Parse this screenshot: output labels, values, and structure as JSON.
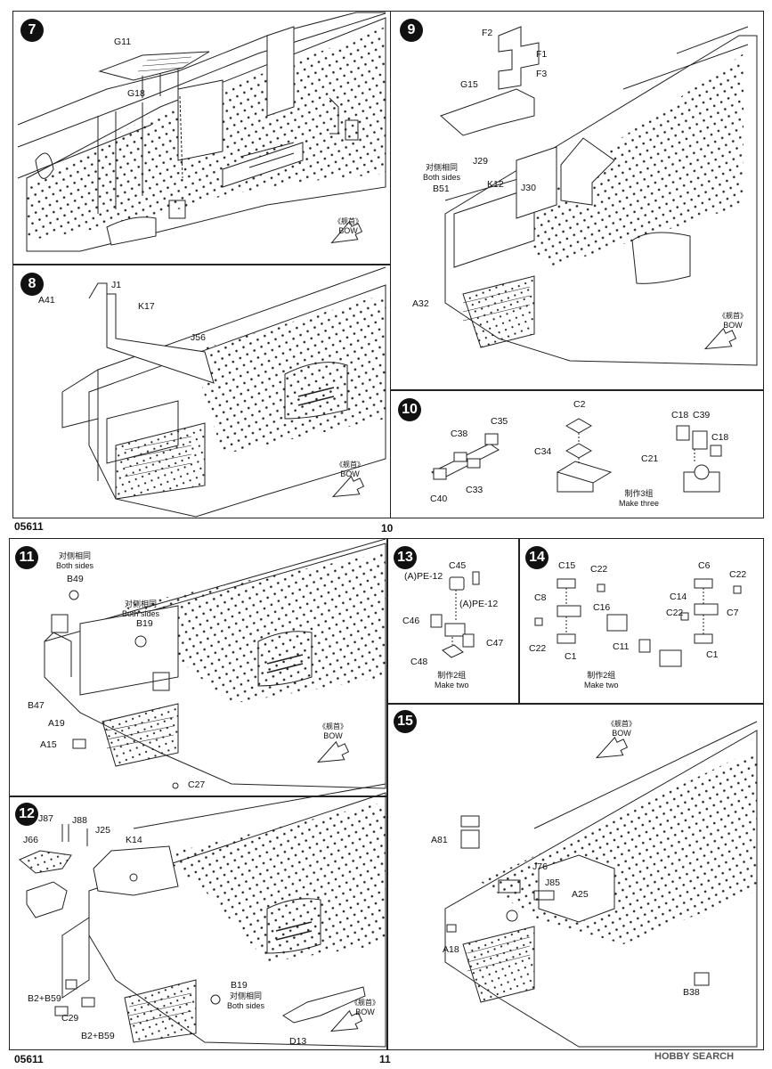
{
  "page_top": {
    "code": "05611",
    "page_number": "10"
  },
  "page_bottom": {
    "code": "05611",
    "page_number": "11"
  },
  "watermark": "HOBBY SEARCH",
  "steps": {
    "s7": {
      "number": "7",
      "labels": {
        "g11": "G11",
        "g18": "G18"
      },
      "bow": {
        "cn": "《舰首》",
        "en": "BOW"
      }
    },
    "s8": {
      "number": "8",
      "labels": {
        "a41": "A41",
        "j1": "J1",
        "k17": "K17",
        "j56": "J56"
      },
      "bow": {
        "cn": "《舰首》",
        "en": "BOW"
      }
    },
    "s9": {
      "number": "9",
      "labels": {
        "f2": "F2",
        "f1": "F1",
        "f3": "F3",
        "g15": "G15",
        "j29": "J29",
        "b51": "B51",
        "k12": "K12",
        "j30": "J30",
        "a32": "A32"
      },
      "note": {
        "cn": "对侧相同",
        "en": "Both sides"
      },
      "bow": {
        "cn": "《舰首》",
        "en": "BOW"
      }
    },
    "s10": {
      "number": "10",
      "labels": {
        "c38": "C38",
        "c35": "C35",
        "c40": "C40",
        "c33": "C33",
        "c2": "C2",
        "c34": "C34",
        "c18a": "C18",
        "c39": "C39",
        "c18b": "C18",
        "c21": "C21"
      },
      "note": {
        "cn": "制作3组",
        "en": "Make three"
      }
    },
    "s11": {
      "number": "11",
      "labels": {
        "b49": "B49",
        "b19": "B19",
        "b47": "B47",
        "a19": "A19",
        "a15": "A15",
        "c27": "C27"
      },
      "note1": {
        "cn": "对侧相同",
        "en": "Both sides"
      },
      "note2": {
        "cn": "对侧相同",
        "en": "Both sides"
      },
      "bow": {
        "cn": "《舰首》",
        "en": "BOW"
      }
    },
    "s12": {
      "number": "12",
      "labels": {
        "j87": "J87",
        "j88": "J88",
        "j25": "J25",
        "j66": "J66",
        "k14": "K14",
        "b2b59a": "B2+B59",
        "c29": "C29",
        "b2b59b": "B2+B59",
        "b19": "B19",
        "d13": "D13"
      },
      "note": {
        "cn": "对侧相同",
        "en": "Both sides"
      },
      "bow": {
        "cn": "《舰首》",
        "en": "BOW"
      }
    },
    "s13": {
      "number": "13",
      "labels": {
        "pe12a": "(A)PE-12",
        "c45": "C45",
        "pe12b": "(A)PE-12",
        "c46": "C46",
        "c47": "C47",
        "c48": "C48"
      },
      "note": {
        "cn": "制作2组",
        "en": "Make two"
      }
    },
    "s14": {
      "number": "14",
      "labels": {
        "c15": "C15",
        "c22a": "C22",
        "c8": "C8",
        "c16": "C16",
        "c22b": "C22",
        "c1a": "C1",
        "c11": "C11",
        "c6": "C6",
        "c22c": "C22",
        "c14": "C14",
        "c22d": "C22",
        "c7": "C7",
        "c1b": "C1"
      },
      "note": {
        "cn": "制作2组",
        "en": "Make two"
      }
    },
    "s15": {
      "number": "15",
      "labels": {
        "a81": "A81",
        "j76": "J76",
        "j85": "J85",
        "a25": "A25",
        "a18": "A18",
        "b38": "B38"
      },
      "bow": {
        "cn": "《舰首》",
        "en": "BOW"
      }
    }
  }
}
